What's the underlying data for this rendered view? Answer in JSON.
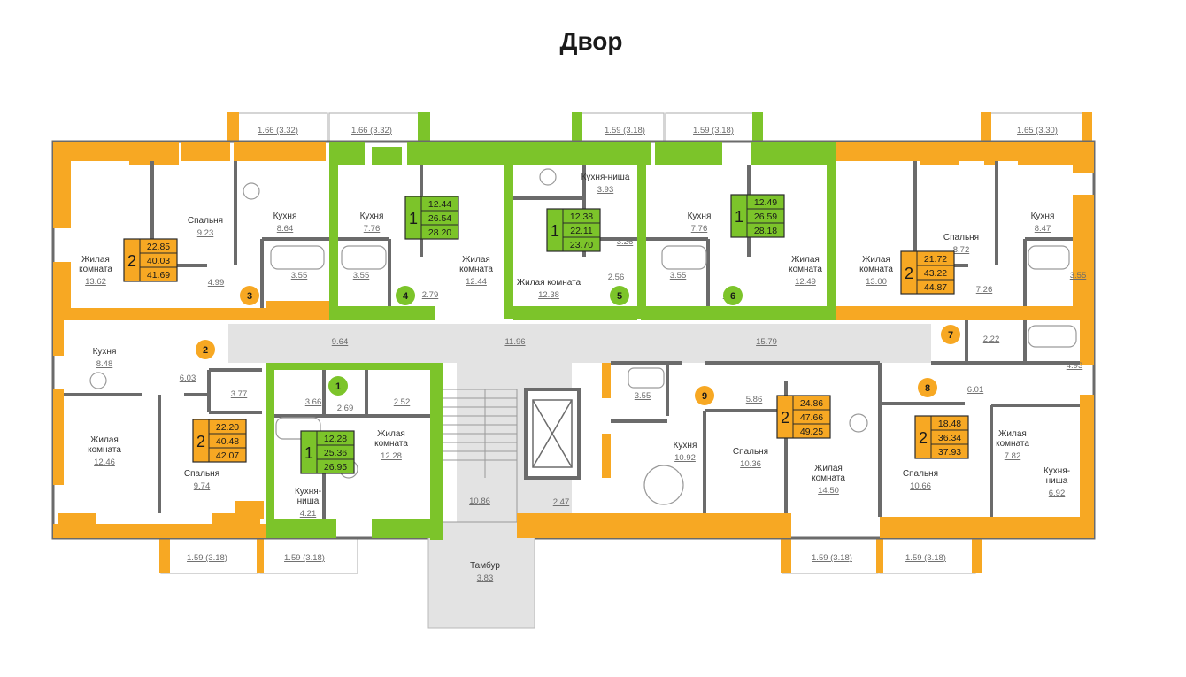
{
  "header": {
    "title": "Двор"
  },
  "colors": {
    "orange": "#f7a823",
    "green": "#7cc42a",
    "wall": "#6b6b6b",
    "corridor": "#e3e3e3",
    "line": "#b9b9b9"
  },
  "apartments": [
    {
      "id": "apt-2-top-left",
      "color": "#f7a823",
      "rooms": "2",
      "values": [
        "22.85",
        "40.03",
        "41.69"
      ]
    },
    {
      "id": "apt-1-top-a",
      "color": "#7cc42a",
      "rooms": "1",
      "values": [
        "12.44",
        "26.54",
        "28.20"
      ]
    },
    {
      "id": "apt-1-top-b",
      "color": "#7cc42a",
      "rooms": "1",
      "values": [
        "12.38",
        "22.11",
        "23.70"
      ]
    },
    {
      "id": "apt-1-top-c",
      "color": "#7cc42a",
      "rooms": "1",
      "values": [
        "12.49",
        "26.59",
        "28.18"
      ]
    },
    {
      "id": "apt-2-top-right",
      "color": "#f7a823",
      "rooms": "2",
      "values": [
        "21.72",
        "43.22",
        "44.87"
      ]
    },
    {
      "id": "apt-2-bottom-left",
      "color": "#f7a823",
      "rooms": "2",
      "values": [
        "22.20",
        "40.48",
        "42.07"
      ]
    },
    {
      "id": "apt-1-bottom",
      "color": "#7cc42a",
      "rooms": "1",
      "values": [
        "12.28",
        "25.36",
        "26.95"
      ]
    },
    {
      "id": "apt-2-bottom-center",
      "color": "#f7a823",
      "rooms": "2",
      "values": [
        "24.86",
        "47.66",
        "49.25"
      ]
    },
    {
      "id": "apt-2-bottom-right",
      "color": "#f7a823",
      "rooms": "2",
      "values": [
        "18.48",
        "36.34",
        "37.93"
      ]
    }
  ],
  "badges": [
    {
      "id": "1",
      "color": "#7cc42a"
    },
    {
      "id": "2",
      "color": "#f7a823"
    },
    {
      "id": "3",
      "color": "#f7a823"
    },
    {
      "id": "4",
      "color": "#7cc42a"
    },
    {
      "id": "5",
      "color": "#7cc42a"
    },
    {
      "id": "6",
      "color": "#7cc42a"
    },
    {
      "id": "7",
      "color": "#f7a823"
    },
    {
      "id": "8",
      "color": "#f7a823"
    },
    {
      "id": "9",
      "color": "#f7a823"
    }
  ],
  "balconies": [
    {
      "area": "1.66 (3.32)"
    },
    {
      "area": "1.66 (3.32)"
    },
    {
      "area": "1.59 (3.18)"
    },
    {
      "area": "1.59 (3.18)"
    },
    {
      "area": "1.65 (3.30)"
    },
    {
      "area": "1.59 (3.18)"
    },
    {
      "area": "1.59 (3.18)"
    },
    {
      "area": "1.59 (3.18)"
    },
    {
      "area": "1.59 (3.18)"
    }
  ],
  "rooms": [
    {
      "name": "Жилая\nкомната",
      "area": "13.62"
    },
    {
      "name": "Спальня",
      "area": "9.23"
    },
    {
      "name": "Кухня",
      "area": "8.64"
    },
    {
      "name": "Кухня",
      "area": "7.76"
    },
    {
      "name": "Жилая\nкомната",
      "area": "12.44"
    },
    {
      "name": "Кухня-ниша",
      "area": "3.93"
    },
    {
      "name": "Жилая комната",
      "area": "12.38"
    },
    {
      "name": "Кухня",
      "area": "7.76"
    },
    {
      "name": "Жилая\nкомната",
      "area": "12.49"
    },
    {
      "name": "Жилая\nкомната",
      "area": "13.00"
    },
    {
      "name": "Спальня",
      "area": "8.72"
    },
    {
      "name": "Кухня",
      "area": "8.47"
    },
    {
      "name": "Кухня",
      "area": "8.48"
    },
    {
      "name": "Жилая\nкомната",
      "area": "12.46"
    },
    {
      "name": "Спальня",
      "area": "9.74"
    },
    {
      "name": "Жилая\nкомната",
      "area": "12.28"
    },
    {
      "name": "Кухня-\nниша",
      "area": "4.21"
    },
    {
      "name": "Кухня",
      "area": "10.92"
    },
    {
      "name": "Спальня",
      "area": "10.36"
    },
    {
      "name": "Жилая\nкомната",
      "area": "14.50"
    },
    {
      "name": "Спальня",
      "area": "10.66"
    },
    {
      "name": "Жилая\nкомната",
      "area": "7.82"
    },
    {
      "name": "Кухня-\nниша",
      "area": "6.92"
    },
    {
      "name": "Тамбур",
      "area": "3.83"
    }
  ],
  "areas": [
    "4.99",
    "3.55",
    "3.55",
    "2.79",
    "3.26",
    "2.56",
    "3.55",
    "2.79",
    "7.26",
    "3.55",
    "9.64",
    "11.96",
    "15.79",
    "2.22",
    "4.93",
    "6.03",
    "3.77",
    "3.66",
    "2.69",
    "2.52",
    "3.55",
    "5.86",
    "6.01",
    "10.86",
    "2.47"
  ]
}
